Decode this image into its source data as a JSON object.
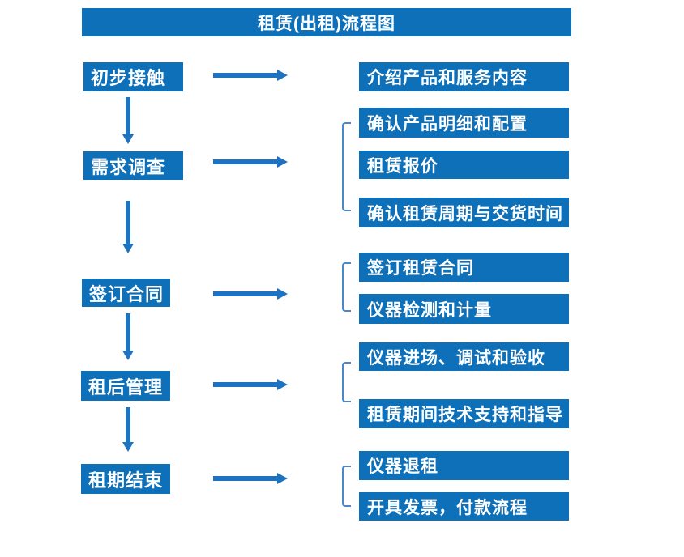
{
  "title": "租赁(出租)流程图",
  "colors": {
    "box_fill": "#0d70b8",
    "arrow": "#1e73c0",
    "bracket": "#4a89c8",
    "text": "#ffffff",
    "background": "#ffffff"
  },
  "steps": [
    {
      "id": "initial-contact",
      "label": "初步接触",
      "outputs": [
        "介绍产品和服务内容"
      ]
    },
    {
      "id": "demand-survey",
      "label": "需求调查",
      "outputs": [
        "确认产品明细和配置",
        "租赁报价",
        "确认租赁周期与交货时间"
      ]
    },
    {
      "id": "sign-contract",
      "label": "签订合同",
      "outputs": [
        "签订租赁合同",
        "仪器检测和计量"
      ]
    },
    {
      "id": "post-rental-management",
      "label": "租后管理",
      "outputs": [
        "仪器进场、调试和验收",
        "租赁期间技术支持和指导"
      ]
    },
    {
      "id": "rental-end",
      "label": "租期结束",
      "outputs": [
        "仪器退租",
        "开具发票，付款流程"
      ]
    }
  ]
}
